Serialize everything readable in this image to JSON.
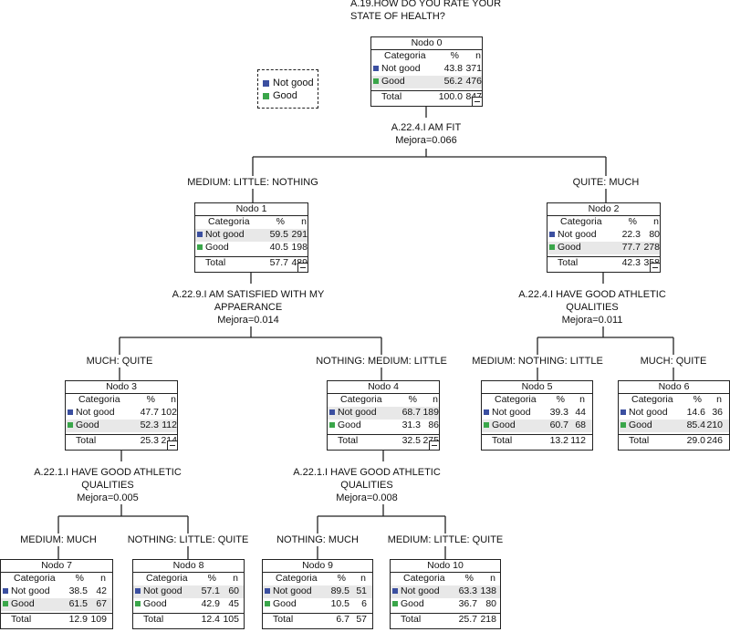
{
  "title": [
    "A.19.HOW DO YOU RATE YOUR",
    "STATE OF HEALTH?"
  ],
  "legend": [
    {
      "label": "Not good",
      "color": "#3b4fa0"
    },
    {
      "label": "Good",
      "color": "#3aa64a"
    }
  ],
  "headers": {
    "category": "Categoria",
    "percent": "%",
    "n": "n",
    "total": "Total"
  },
  "nodes": [
    {
      "id": 0,
      "title": "Nodo 0",
      "rows": [
        {
          "label": "Not good",
          "pct": "43.8",
          "n": "371"
        },
        {
          "label": "Good",
          "pct": "56.2",
          "n": "476",
          "hl": true
        }
      ],
      "total": {
        "pct": "100.0",
        "n": "847"
      }
    },
    {
      "id": 1,
      "title": "Nodo 1",
      "rows": [
        {
          "label": "Not good",
          "pct": "59.5",
          "n": "291",
          "hl": true
        },
        {
          "label": "Good",
          "pct": "40.5",
          "n": "198"
        }
      ],
      "total": {
        "pct": "57.7",
        "n": "489"
      }
    },
    {
      "id": 2,
      "title": "Nodo 2",
      "rows": [
        {
          "label": "Not good",
          "pct": "22.3",
          "n": "80"
        },
        {
          "label": "Good",
          "pct": "77.7",
          "n": "278",
          "hl": true
        }
      ],
      "total": {
        "pct": "42.3",
        "n": "358"
      }
    },
    {
      "id": 3,
      "title": "Nodo 3",
      "rows": [
        {
          "label": "Not good",
          "pct": "47.7",
          "n": "102"
        },
        {
          "label": "Good",
          "pct": "52.3",
          "n": "112",
          "hl": true
        }
      ],
      "total": {
        "pct": "25.3",
        "n": "214"
      }
    },
    {
      "id": 4,
      "title": "Nodo 4",
      "rows": [
        {
          "label": "Not good",
          "pct": "68.7",
          "n": "189",
          "hl": true
        },
        {
          "label": "Good",
          "pct": "31.3",
          "n": "86"
        }
      ],
      "total": {
        "pct": "32.5",
        "n": "275"
      }
    },
    {
      "id": 5,
      "title": "Nodo 5",
      "rows": [
        {
          "label": "Not good",
          "pct": "39.3",
          "n": "44"
        },
        {
          "label": "Good",
          "pct": "60.7",
          "n": "68",
          "hl": true
        }
      ],
      "total": {
        "pct": "13.2",
        "n": "112"
      }
    },
    {
      "id": 6,
      "title": "Nodo 6",
      "rows": [
        {
          "label": "Not good",
          "pct": "14.6",
          "n": "36"
        },
        {
          "label": "Good",
          "pct": "85.4",
          "n": "210",
          "hl": true
        }
      ],
      "total": {
        "pct": "29.0",
        "n": "246"
      }
    },
    {
      "id": 7,
      "title": "Nodo 7",
      "rows": [
        {
          "label": "Not good",
          "pct": "38.5",
          "n": "42"
        },
        {
          "label": "Good",
          "pct": "61.5",
          "n": "67",
          "hl": true
        }
      ],
      "total": {
        "pct": "12.9",
        "n": "109"
      }
    },
    {
      "id": 8,
      "title": "Nodo 8",
      "rows": [
        {
          "label": "Not good",
          "pct": "57.1",
          "n": "60",
          "hl": true
        },
        {
          "label": "Good",
          "pct": "42.9",
          "n": "45"
        }
      ],
      "total": {
        "pct": "12.4",
        "n": "105"
      }
    },
    {
      "id": 9,
      "title": "Nodo 9",
      "rows": [
        {
          "label": "Not good",
          "pct": "89.5",
          "n": "51",
          "hl": true
        },
        {
          "label": "Good",
          "pct": "10.5",
          "n": "6"
        }
      ],
      "total": {
        "pct": "6.7",
        "n": "57"
      }
    },
    {
      "id": 10,
      "title": "Nodo 10",
      "rows": [
        {
          "label": "Not good",
          "pct": "63.3",
          "n": "138",
          "hl": true
        },
        {
          "label": "Good",
          "pct": "36.7",
          "n": "80"
        }
      ],
      "total": {
        "pct": "25.7",
        "n": "218"
      }
    }
  ],
  "splits": [
    {
      "node": 0,
      "lines": [
        "A.22.4.I  AM FIT",
        "Mejora=0.066"
      ]
    },
    {
      "node": 1,
      "lines": [
        "A.22.9.I AM SATISFIED WITH MY",
        "APPAERANCE",
        "Mejora=0.014"
      ]
    },
    {
      "node": 2,
      "lines": [
        "A.22.4.I HAVE GOOD ATHLETIC",
        "QUALITIES",
        "Mejora=0.011"
      ]
    },
    {
      "node": 3,
      "lines": [
        "A.22.1.I HAVE GOOD ATHLETIC",
        "QUALITIES",
        "Mejora=0.005"
      ]
    },
    {
      "node": 4,
      "lines": [
        "A.22.1.I HAVE GOOD ATHLETIC",
        "QUALITIES",
        "Mejora=0.008"
      ]
    }
  ],
  "branches": [
    {
      "child": 1,
      "label": "MEDIUM: LITTLE: NOTHING"
    },
    {
      "child": 2,
      "label": "QUITE: MUCH"
    },
    {
      "child": 3,
      "label": "MUCH: QUITE"
    },
    {
      "child": 4,
      "label": "NOTHING: MEDIUM: LITTLE"
    },
    {
      "child": 5,
      "label": "MEDIUM: NOTHING: LITTLE"
    },
    {
      "child": 6,
      "label": "MUCH: QUITE"
    },
    {
      "child": 7,
      "label": "MEDIUM: MUCH"
    },
    {
      "child": 8,
      "label": "NOTHING: LITTLE: QUITE"
    },
    {
      "child": 9,
      "label": "NOTHING: MUCH"
    },
    {
      "child": 10,
      "label": "MEDIUM: LITTLE: QUITE"
    }
  ]
}
